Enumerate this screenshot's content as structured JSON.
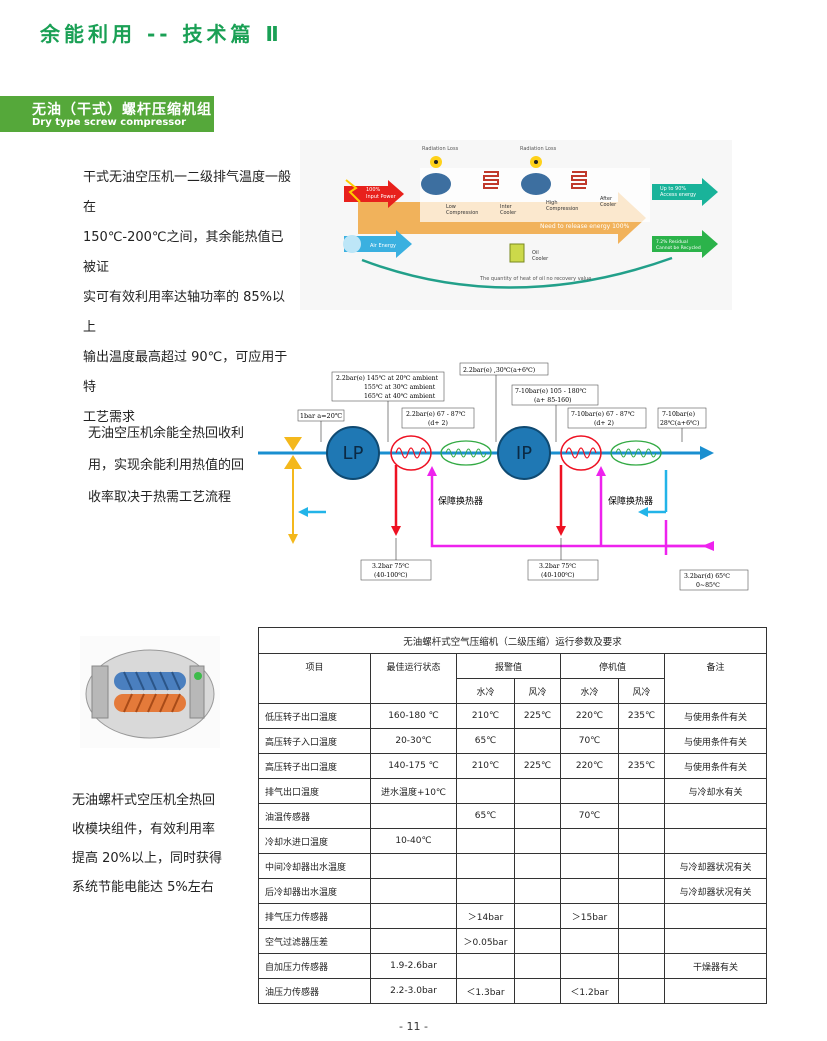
{
  "header": {
    "title": "余能利用 -- 技术篇 Ⅱ"
  },
  "section": {
    "title_cn": "无油（干式）螺杆压缩机组",
    "title_en": "Dry type screw compressor"
  },
  "intro_text": "干式无油空压机一二级排气温度一般在\n150℃-200℃之间，其余能热值已被证\n实可有效利用率达轴功率的 85%以上\n输出温度最高超过 90℃，可应用于特\n工艺需求",
  "energy_figure": {
    "radiation_loss_1": "Radiation Loss",
    "radiation_loss_2": "Radiation Loss",
    "input_power": "100%\nInput Power",
    "low_compression": "Low\nCompression",
    "inter_cooler": "Inter\nCooler",
    "high_compression": "High\nCompression",
    "after_cooler": "After\nCooler",
    "release_energy": "Need to release energy 100%",
    "air_energy": "Air Energy",
    "oil_cooler": "Oil\nCooler",
    "access_energy": "Up to 90%\nAccess energy",
    "residual": "7.2% Residual\nCannot be Recycled",
    "bottom_note": "The quantity of heat of oil no recovery value"
  },
  "heat_recovery_text": "无油空压机余能全热回收利\n用，实现余能利用热值的回\n收率取决于热需工艺流程",
  "flow_diagram": {
    "inlet": "1bar a=20℃",
    "lp": "LP",
    "ip": "IP",
    "lp_outlet": "2.2bar(e)  145℃ at 20℃ ambient\n155℃ at 30℃ ambient\n165℃ at 40℃ ambient",
    "lp_hx_out": "2.2bar(e)  67 - 87℃\n(d+ 2)",
    "inter_out": "2.2bar(e) ,30℃(a+6℃)",
    "ip_outlet": "7-10bar(e)  105 - 180℃\n(a+ 85-160)",
    "ip_hx_out": "7-10bar(e)  67 - 87℃\n(d+ 2)",
    "final_out": "7-10bar(e)\n28℃(a+6℃)",
    "protect_hx_1": "保障换热器",
    "protect_hx_2": "保障换热器",
    "water_1": "3.2bar  75℃\n(40-100℃)",
    "water_2": "3.2bar  75℃\n(40-100℃)",
    "water_in": "3.2bar(d) 65℃\n0~85℃"
  },
  "module_text": "无油螺杆式空压机全热回\n收模块组件，有效利用率\n提高 20%以上，同时获得\n系统节能电能达 5%左右",
  "table": {
    "title": "无油螺杆式空气压缩机（二级压缩）运行参数及要求",
    "headers": {
      "item": "项目",
      "best": "最佳运行状态",
      "alarm": "报警值",
      "stop": "停机值",
      "note": "备注",
      "water": "水冷",
      "air": "风冷"
    },
    "rows": [
      {
        "item": "低压转子出口温度",
        "best": "160-180 ℃",
        "alarm_w": "210℃",
        "alarm_a": "225℃",
        "stop_w": "220℃",
        "stop_a": "235℃",
        "note": "与使用条件有关"
      },
      {
        "item": "高压转子入口温度",
        "best": "20-30℃",
        "alarm_w": "65℃",
        "alarm_a": "",
        "stop_w": "70℃",
        "stop_a": "",
        "note": "与使用条件有关"
      },
      {
        "item": "高压转子出口温度",
        "best": "140-175 ℃",
        "alarm_w": "210℃",
        "alarm_a": "225℃",
        "stop_w": "220℃",
        "stop_a": "235℃",
        "note": "与使用条件有关"
      },
      {
        "item": "排气出口温度",
        "best": "进水温度+10℃",
        "alarm_w": "",
        "alarm_a": "",
        "stop_w": "",
        "stop_a": "",
        "note": "与冷却水有关"
      },
      {
        "item": "油温传感器",
        "best": "",
        "alarm_w": "65℃",
        "alarm_a": "",
        "stop_w": "70℃",
        "stop_a": "",
        "note": ""
      },
      {
        "item": "冷却水进口温度",
        "best": "10-40℃",
        "alarm_w": "",
        "alarm_a": "",
        "stop_w": "",
        "stop_a": "",
        "note": ""
      },
      {
        "item": "中间冷却器出水温度",
        "best": "",
        "alarm_w": "",
        "alarm_a": "",
        "stop_w": "",
        "stop_a": "",
        "note": "与冷却器状况有关"
      },
      {
        "item": "后冷却器出水温度",
        "best": "",
        "alarm_w": "",
        "alarm_a": "",
        "stop_w": "",
        "stop_a": "",
        "note": "与冷却器状况有关"
      },
      {
        "item": "排气压力传感器",
        "best": "",
        "alarm_w": "＞14bar",
        "alarm_a": "",
        "stop_w": "＞15bar",
        "stop_a": "",
        "note": ""
      },
      {
        "item": "空气过滤器压差",
        "best": "",
        "alarm_w": "＞0.05bar",
        "alarm_a": "",
        "stop_w": "",
        "stop_a": "",
        "note": ""
      },
      {
        "item": "自加压力传感器",
        "best": "1.9-2.6bar",
        "alarm_w": "",
        "alarm_a": "",
        "stop_w": "",
        "stop_a": "",
        "note": "干燥器有关"
      },
      {
        "item": "油压力传感器",
        "best": "2.2-3.0bar",
        "alarm_w": "＜1.3bar",
        "alarm_a": "",
        "stop_w": "＜1.2bar",
        "stop_a": "",
        "note": ""
      }
    ]
  },
  "page_number": "- 11 -",
  "colors": {
    "brand_green": "#1aa055",
    "banner_green": "#55a83a",
    "flow_blue": "#1a8fd0",
    "hot_red": "#ee1122",
    "magenta": "#ee22ee",
    "yellow": "#f4b81c",
    "cyan": "#22b4e8",
    "coil_green": "#33aa44"
  }
}
